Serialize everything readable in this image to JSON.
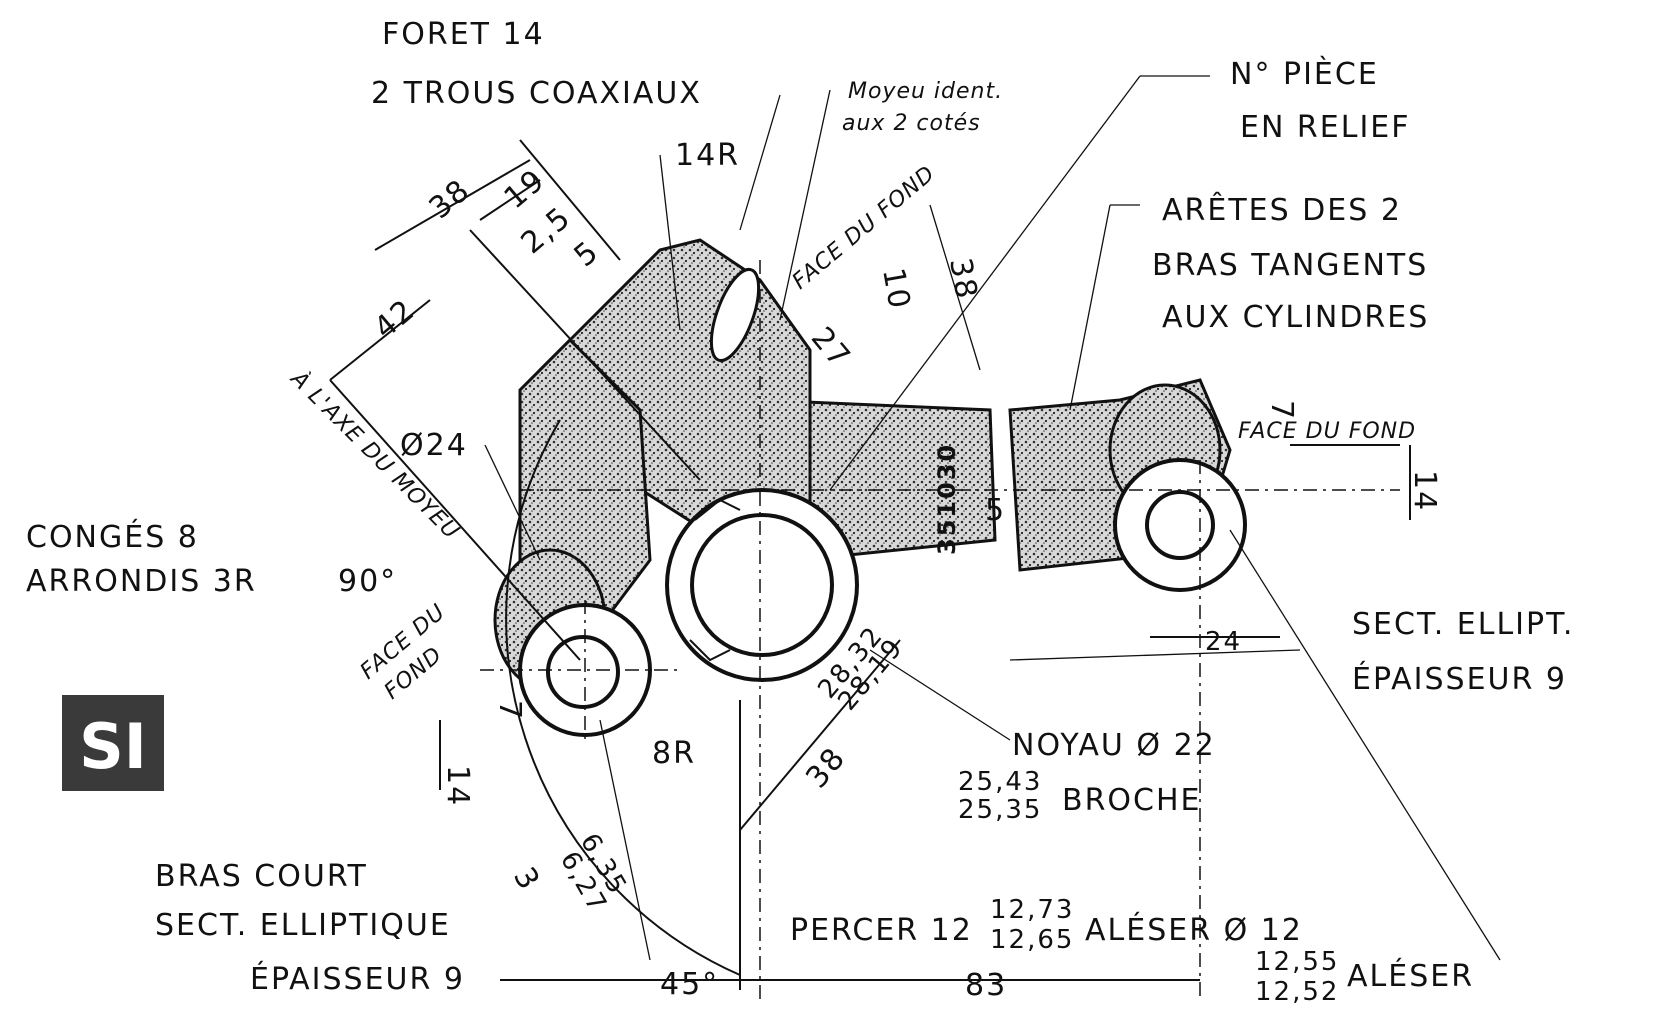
{
  "labels": {
    "foret": "FORET 14",
    "trous": "2 TROUS COAXIAUX",
    "moyeu_l1": "Moyeu ident.",
    "moyeu_l2": "aux 2 cotés",
    "piece_l1": "N° PIÈCE",
    "piece_l2": "EN RELIEF",
    "aretes_l1": "ARÊTES DES 2",
    "aretes_l2": "BRAS TANGENTS",
    "aretes_l3": "AUX CYLINDRES",
    "face_fond_top": "FACE DU FOND",
    "face_fond_right": "FACE DU FOND",
    "face_fond_left_1": "FACE DU",
    "face_fond_left_2": "FOND",
    "axe_moyeu": "À L'AXE DU MOYEU",
    "conges_l1": "CONGÉS 8",
    "conges_l2": "ARRONDIS 3R",
    "angle_90": "90°",
    "sect_ellipt_l1": "SECT. ELLIPT.",
    "sect_ellipt_l2": "ÉPAISSEUR 9",
    "noyau": "NOYAU Ø 22",
    "broche_hi": "25,43",
    "broche_lo": "25,35",
    "broche": "BROCHE",
    "bras_court_l1": "BRAS COURT",
    "bras_court_l2": "SECT. ELLIPTIQUE",
    "bras_court_l3": "ÉPAISSEUR 9",
    "angle_45": "45°",
    "percer": "PERCER 12",
    "percer_hi": "12,73",
    "percer_lo": "12,65",
    "aleser_12": "ALÉSER Ø 12",
    "aleser_hi": "12,55",
    "aleser_lo": "12,52",
    "aleser": "ALÉSER",
    "part_number": "351030",
    "logo": "SI"
  },
  "dimensions": {
    "d38_top": "38",
    "d19": "19",
    "d25": "2,5",
    "d5_top": "5",
    "d42": "42",
    "d14r": "14R",
    "d27": "27",
    "d10": "10",
    "d38_right": "38",
    "d24_dia": "Ø24",
    "d5_mid": "5",
    "d7_right": "7",
    "d14_right": "14",
    "d24_bottom": "24",
    "d28_hi": "28,32",
    "d28_lo": "28,19",
    "d8r": "8R",
    "d38_bottom": "38",
    "d7_left": "7",
    "d14_left": "14",
    "d3": "3",
    "d635": "6,35",
    "d627": "6,27",
    "d83": "83"
  },
  "colors": {
    "ink": "#111111",
    "paper": "#ffffff",
    "logo_bg": "#3a3a3a"
  }
}
